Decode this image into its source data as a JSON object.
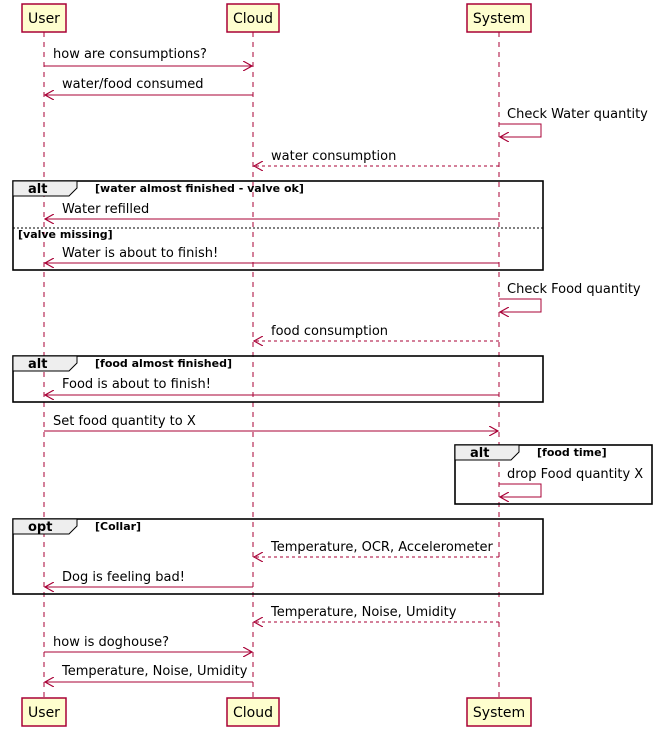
{
  "participants": [
    {
      "id": "user",
      "label": "User"
    },
    {
      "id": "cloud",
      "label": "Cloud"
    },
    {
      "id": "system",
      "label": "System"
    }
  ],
  "messages": [
    {
      "from": "user",
      "to": "cloud",
      "text": "how are consumptions?",
      "style": "solid"
    },
    {
      "from": "cloud",
      "to": "user",
      "text": "water/food consumed",
      "style": "solid"
    },
    {
      "from": "system",
      "to": "system",
      "text": "Check Water quantity",
      "style": "self"
    },
    {
      "from": "system",
      "to": "cloud",
      "text": "water consumption",
      "style": "dashed"
    },
    {
      "from": "system",
      "to": "user",
      "text": "Water refilled",
      "style": "solid"
    },
    {
      "from": "system",
      "to": "user",
      "text": "Water is about to finish!",
      "style": "solid"
    },
    {
      "from": "system",
      "to": "system",
      "text": "Check Food quantity",
      "style": "self"
    },
    {
      "from": "system",
      "to": "cloud",
      "text": "food consumption",
      "style": "dashed"
    },
    {
      "from": "system",
      "to": "user",
      "text": "Food is about to finish!",
      "style": "solid"
    },
    {
      "from": "user",
      "to": "system",
      "text": "Set food quantity to X",
      "style": "solid"
    },
    {
      "from": "system",
      "to": "system",
      "text": "drop Food quantity X",
      "style": "self"
    },
    {
      "from": "system",
      "to": "cloud",
      "text": "Temperature, OCR, Accelerometer",
      "style": "dashed"
    },
    {
      "from": "cloud",
      "to": "user",
      "text": "Dog is feeling bad!",
      "style": "solid"
    },
    {
      "from": "system",
      "to": "cloud",
      "text": "Temperature, Noise, Umidity",
      "style": "dashed"
    },
    {
      "from": "user",
      "to": "cloud",
      "text": "how is doghouse?",
      "style": "solid"
    },
    {
      "from": "cloud",
      "to": "user",
      "text": "Temperature, Noise, Umidity",
      "style": "solid"
    }
  ],
  "fragments": [
    {
      "keyword": "alt",
      "guard": "[water almost finished - valve ok]",
      "else_guard": "[valve missing]"
    },
    {
      "keyword": "alt",
      "guard": "[food almost finished]"
    },
    {
      "keyword": "alt",
      "guard": "[food time]"
    },
    {
      "keyword": "opt",
      "guard": "[Collar]"
    }
  ],
  "colors": {
    "participant_fill": "#FEFECE",
    "participant_border": "#A80036",
    "lifeline": "#A80036",
    "arrow": "#A80036",
    "fragment_border": "#000000",
    "fragment_label_fill": "#EEEEEE"
  }
}
